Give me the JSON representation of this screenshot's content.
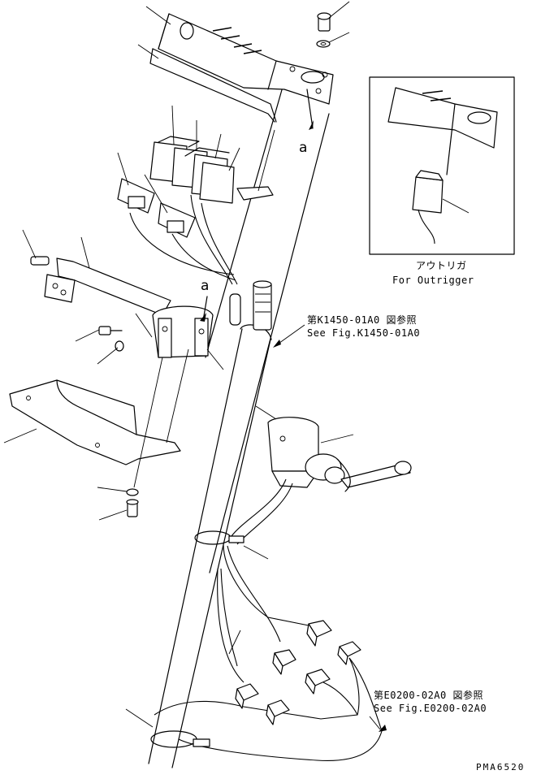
{
  "detail": {
    "title_jp": "アウトリガ",
    "title_en": "For Outrigger"
  },
  "refs": {
    "k1450_jp": "第K1450-01A0 図参照",
    "k1450_en": "See Fig.K1450-01A0",
    "e0200_jp": "第E0200-02A0 図参照",
    "e0200_en": "See Fig.E0200-02A0"
  },
  "markers": {
    "a_top": "a",
    "a_mid": "a"
  },
  "drawing_number": "PMA6520",
  "colors": {
    "line": "#000000",
    "background": "#ffffff"
  }
}
